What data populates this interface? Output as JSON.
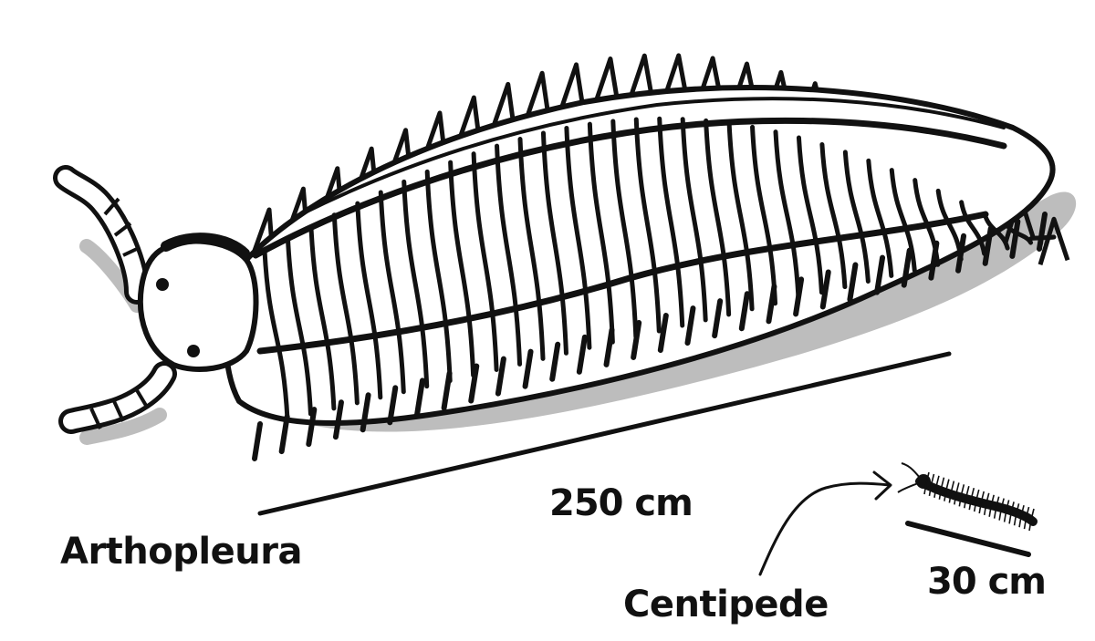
{
  "labels": {
    "arthropleura": "Arthopleura",
    "arthropleura_length": "250 cm",
    "centipede": "Centipede",
    "centipede_length": "30 cm"
  },
  "measurements": [
    {
      "name": "Arthopleura",
      "length_cm": 250
    },
    {
      "name": "Centipede",
      "length_cm": 30
    }
  ],
  "colors": {
    "ink": "#111111",
    "shadow": "#bdbdbd",
    "background": "#ffffff"
  }
}
